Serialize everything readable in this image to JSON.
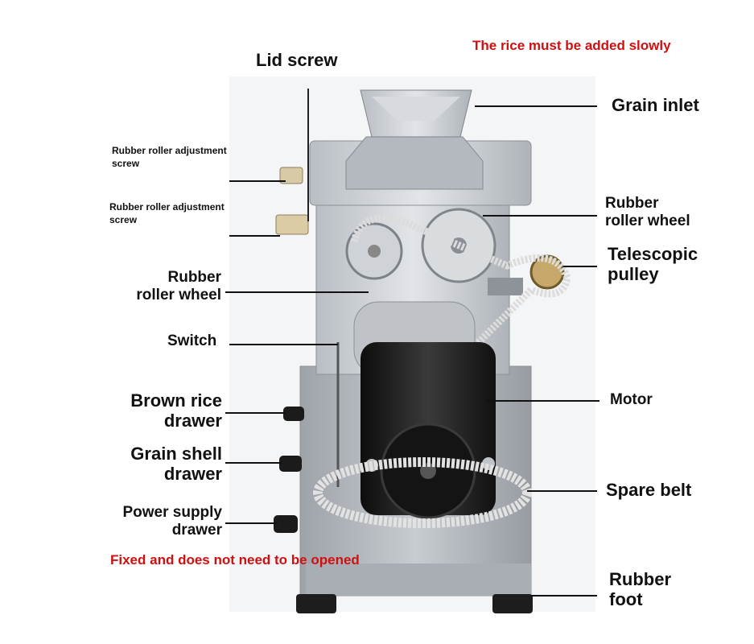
{
  "labels": {
    "lid_screw": "Lid screw",
    "warning_top": "The rice must be added slowly",
    "grain_inlet": "Grain inlet",
    "adj_screw_1": [
      "Rubber roller adjustment",
      "screw"
    ],
    "adj_screw_2": [
      "Rubber roller adjustment",
      "screw"
    ],
    "rubber_roller_wheel_right": [
      "Rubber",
      "roller wheel"
    ],
    "telescopic_pulley": [
      "Telescopic",
      "pulley"
    ],
    "rubber_roller_wheel_left": [
      "Rubber",
      "roller wheel"
    ],
    "switch": "Switch",
    "brown_rice_drawer": [
      "Brown rice",
      "drawer"
    ],
    "motor": "Motor",
    "grain_shell_drawer": [
      "Grain shell",
      "drawer"
    ],
    "spare_belt": "Spare belt",
    "power_supply_drawer": [
      "Power supply",
      "drawer"
    ],
    "warning_bottom": "Fixed and does not need to be opened",
    "rubber_foot": [
      "Rubber",
      "foot"
    ]
  },
  "colors": {
    "warning": "#d10f0f",
    "body_metal": "#c9cdd2",
    "motor": "#1c1c1c",
    "belt": "#dcdcdc"
  }
}
